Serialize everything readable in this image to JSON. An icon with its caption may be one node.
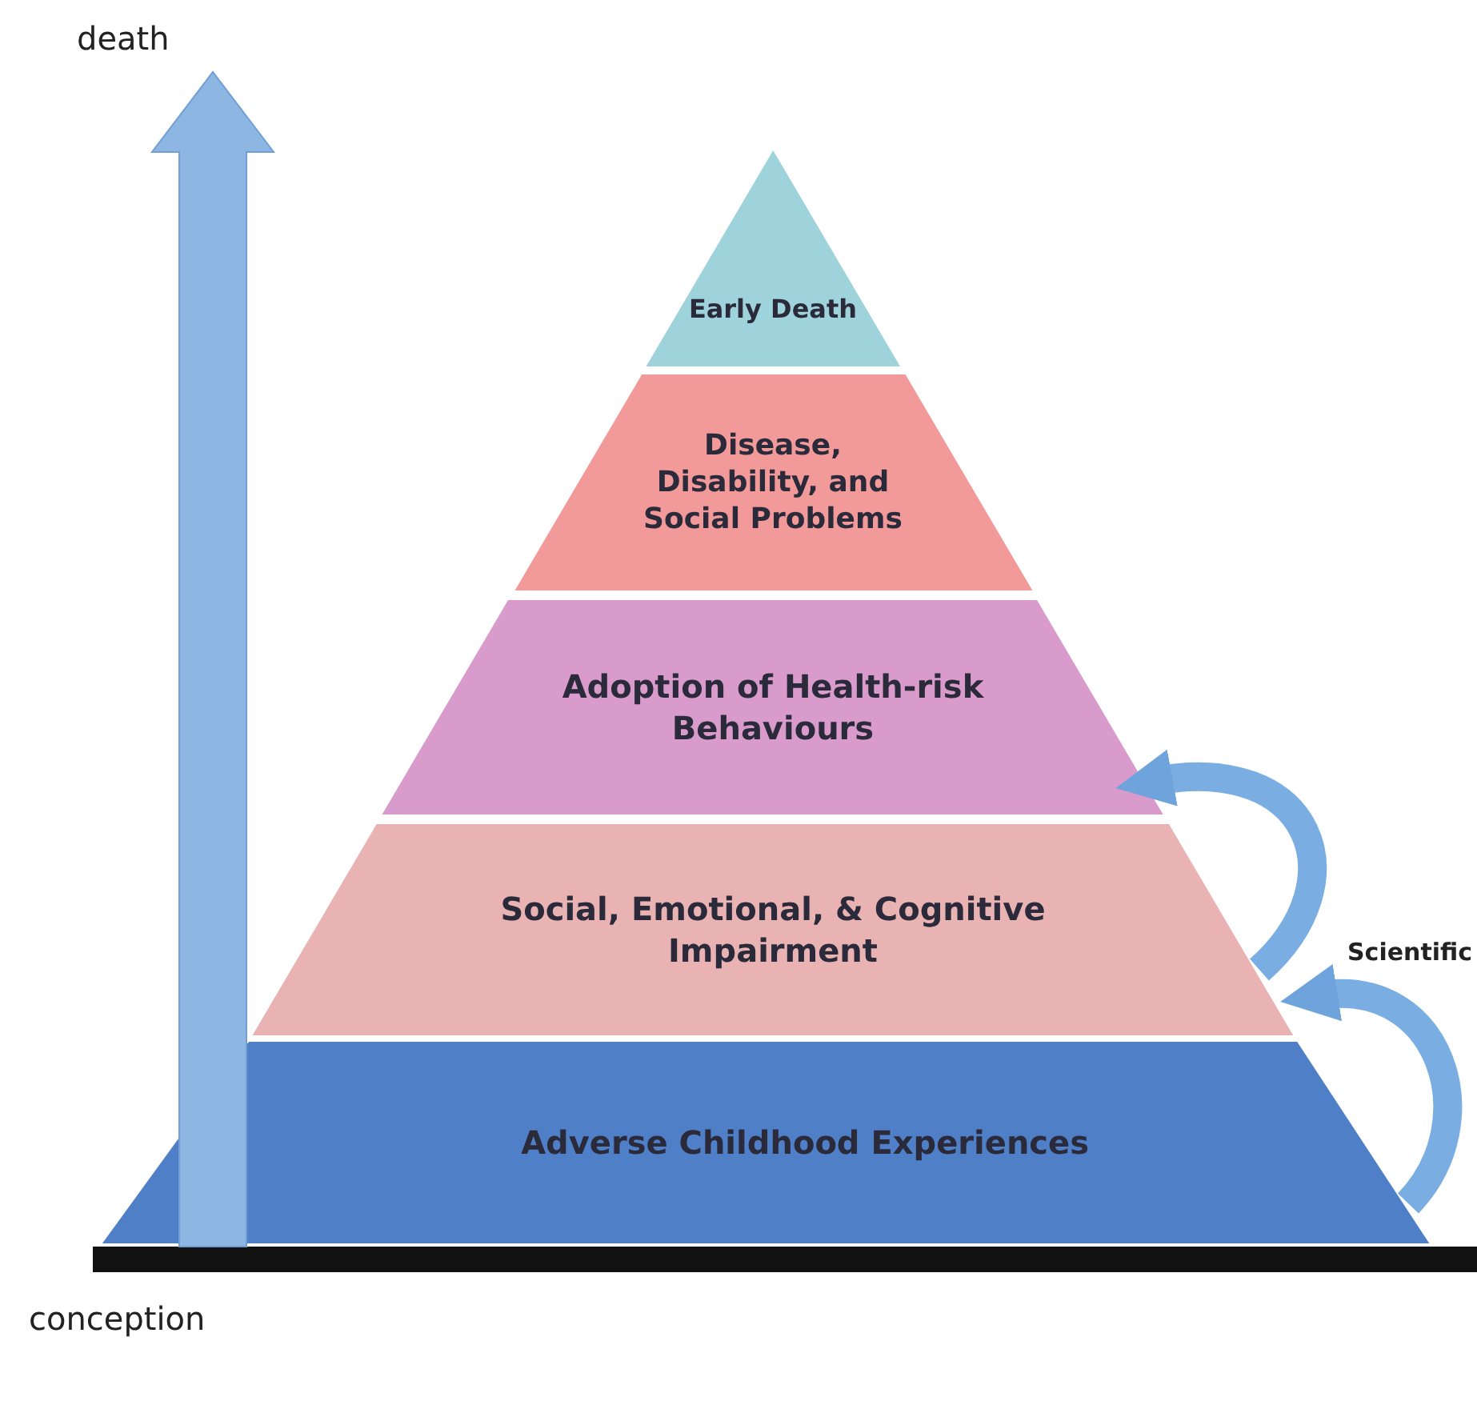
{
  "diagram": {
    "nodes": [
      {
        "text": [
          "Early Death"
        ]
      },
      {
        "text": [
          "Disease, Disability, and Social Problems"
        ]
      },
      {
        "text": [
          "Adoption of Health-risk Behaviours"
        ]
      },
      {
        "text": [
          "Social, Emotional, & Cognitive Impairment"
        ]
      },
      {
        "text": [
          "Adverse Childhood Experiences"
        ]
      }
    ],
    "edges": [
      {
        "from": 4,
        "to": 3,
        "arrow": "to"
      },
      {
        "from": 3,
        "to": 2,
        "arrow": "to"
      }
    ],
    "labels": [
      "death",
      "conception",
      "Scientific"
    ]
  }
}
